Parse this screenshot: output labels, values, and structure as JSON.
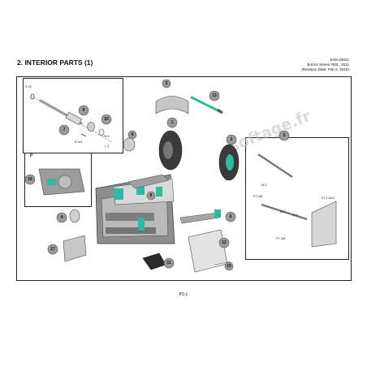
{
  "header": {
    "title": "2. INTERIOR PARTS (1)",
    "doc_number": "EO8-33031",
    "series": "B-EX4 Series FEB., 2011",
    "revision": "(Revision Date: Feb 6, 2016)"
  },
  "footer": {
    "page": "P2-1"
  },
  "watermark": {
    "text": "softage.fr"
  },
  "colors": {
    "accent_teal": "#2fb8a4",
    "callout_fill": "#9a9a9a"
  },
  "callouts": [
    {
      "id": "3",
      "label": "3"
    },
    {
      "id": "13",
      "label": "13"
    },
    {
      "id": "1",
      "label": "1"
    },
    {
      "id": "9",
      "label": "9"
    },
    {
      "id": "10",
      "label": "10"
    },
    {
      "id": "5",
      "label": "5"
    },
    {
      "id": "7",
      "label": "7"
    },
    {
      "id": "4a",
      "label": "4"
    },
    {
      "id": "2",
      "label": "2"
    },
    {
      "id": "6",
      "label": "6"
    },
    {
      "id": "16",
      "label": "16"
    },
    {
      "id": "4b",
      "label": "4"
    },
    {
      "id": "8",
      "label": "8"
    },
    {
      "id": "17",
      "label": "17"
    },
    {
      "id": "12",
      "label": "12"
    },
    {
      "id": "11",
      "label": "11"
    },
    {
      "id": "15",
      "label": "15"
    }
  ],
  "part_labels": {
    "s15": "S-15",
    "w4": "W-4",
    "l3": "L-3",
    "b3x3": "B-3x3",
    "p": "P",
    "w2": "W-2",
    "pt3x6a": "PT-3x6",
    "pt3x6b": "PT-3x6",
    "w4b": "W-4",
    "w6": "W-6",
    "pt3x8": "PT-3x8",
    "pt1_6x11": "PT-1.6x11"
  }
}
